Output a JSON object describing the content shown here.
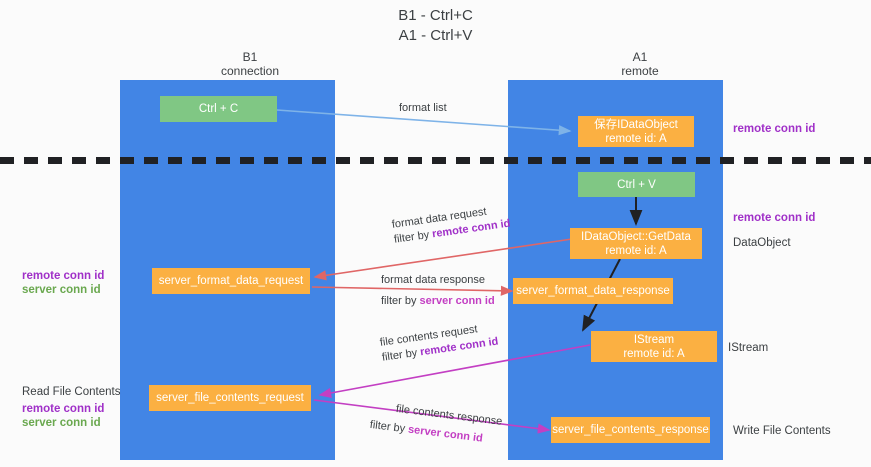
{
  "title": {
    "line1": "B1 - Ctrl+C",
    "line2": "A1 - Ctrl+V"
  },
  "columns": [
    {
      "name": "B1",
      "role": "connection"
    },
    {
      "name": "A1",
      "role": "remote"
    }
  ],
  "boxes": {
    "ctrl_c": "Ctrl + C",
    "ctrl_v": "Ctrl + V",
    "save_idataobject_l1": "保存IDataObject",
    "save_idataobject_l2": "remote id: A",
    "getdata_l1": "IDataObject::GetData",
    "getdata_l2": "remote id: A",
    "istream_l1": "IStream",
    "istream_l2": "remote id: A",
    "server_format_data_request": "server_format_data_request",
    "server_format_data_response": "server_format_data_response",
    "server_file_contents_request": "server_file_contents_request",
    "server_file_contents_response": "server_file_contents_response"
  },
  "edge_labels": {
    "format_list": "format list",
    "format_data_request": "format data request",
    "format_data_request_filter_prefix": "filter by ",
    "format_data_request_filter_key": "remote conn id",
    "format_data_response": "format data response",
    "format_data_response_filter_prefix": "filter by ",
    "format_data_response_filter_key": "server conn id",
    "file_contents_request": "file contents request",
    "file_contents_request_filter_prefix": "filter by ",
    "file_contents_request_filter_key": "remote conn id",
    "file_contents_response": "file contents response",
    "file_contents_response_filter_prefix": "filter by ",
    "file_contents_response_filter_key": "server conn id"
  },
  "notes": {
    "right_remote_conn_id_top": "remote conn id",
    "right_remote_conn_id_mid": "remote conn id",
    "right_dataobject": "DataObject",
    "right_istream": "IStream",
    "right_write_file_contents": "Write File Contents",
    "left_remote_conn_id_mid": "remote conn id",
    "left_server_conn_id_mid": "server conn id",
    "left_read_file_contents": "Read File Contents",
    "left_remote_conn_id_bot": "remote conn id",
    "left_server_conn_id_bot": "server conn id"
  },
  "colors": {
    "lane": "#4285e5",
    "green_box": "#80c784",
    "orange_box": "#fbb042",
    "remote_conn_id": "#a030c8",
    "server_conn_id": "#6aa84f",
    "arrow_blue": "#7eb3e8",
    "arrow_red": "#e06666",
    "arrow_magenta": "#c33fc3",
    "arrow_black": "#202124",
    "background": "#fbfbfb"
  }
}
